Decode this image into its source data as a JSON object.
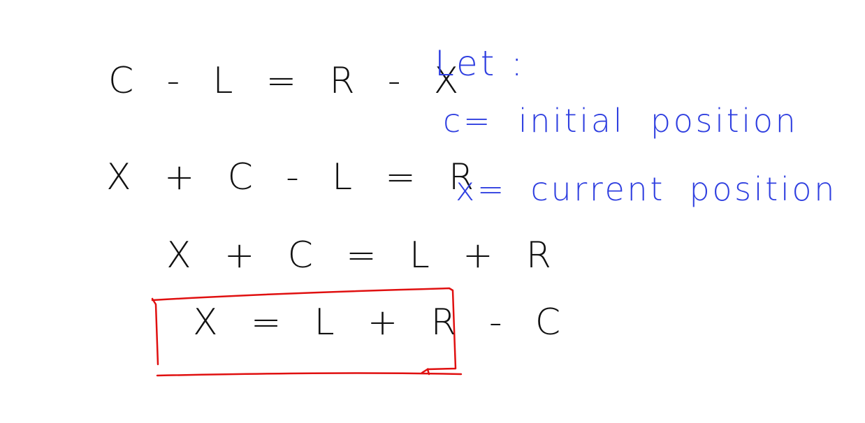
{
  "equations": {
    "line1": "C - L = R - X",
    "line2": "X + C - L = R",
    "line3": "X + C = L + R",
    "result": "X = L + R - C"
  },
  "notes": {
    "heading": "Let :",
    "c_definition": "c= initial position",
    "x_definition": "x= current position"
  },
  "colors": {
    "equation_ink": "#111111",
    "note_ink": "#2f3fe0",
    "box_ink": "#e01010"
  }
}
